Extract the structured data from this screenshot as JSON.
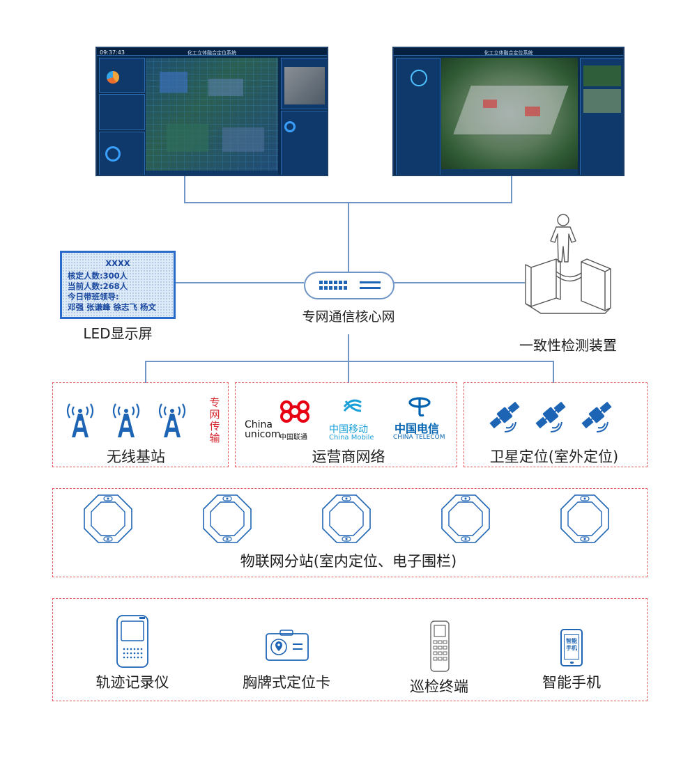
{
  "screens": {
    "left": {
      "time": "09:37:43",
      "title": "化工立体融合定位系统"
    },
    "right": {
      "title": "化工立体融合定位系统"
    }
  },
  "core_network": {
    "label": "专网通信核心网"
  },
  "led": {
    "caption": "LED显示屏",
    "lines": [
      "XXXX",
      "核定人数:300人",
      "当前人数:268人",
      "今日带班领导:",
      "邓强  张谦峰  徐志飞  杨文"
    ]
  },
  "consistency": {
    "caption": "一致性检测装置"
  },
  "wireless": {
    "caption": "无线基站",
    "side_label": "专网传输"
  },
  "operators": {
    "caption": "运营商网络",
    "unicom": {
      "en1": "China",
      "en2": "unicom",
      "cn": "中国联通"
    },
    "mobile": {
      "cn": "中国移动",
      "en": "China Mobile"
    },
    "telecom": {
      "cn": "中国电信",
      "en": "CHINA TELECOM"
    }
  },
  "satellite": {
    "caption": "卫星定位(室外定位)"
  },
  "iot": {
    "caption": "物联网分站(室内定位、电子围栏)"
  },
  "terminals": [
    {
      "caption": "轨迹记录仪"
    },
    {
      "caption": "胸牌式定位卡"
    },
    {
      "caption": "巡检终端"
    },
    {
      "caption": "智能手机",
      "screen_text": "智能\n手机"
    }
  ],
  "colors": {
    "line": "#6f95c6",
    "icon_blue": "#1e64b4",
    "dash_red": "#e3585a",
    "side_red": "#d7282f",
    "unicom_red": "#e60012",
    "mobile_blue": "#1aa0d8",
    "telecom_blue": "#0062b0"
  }
}
